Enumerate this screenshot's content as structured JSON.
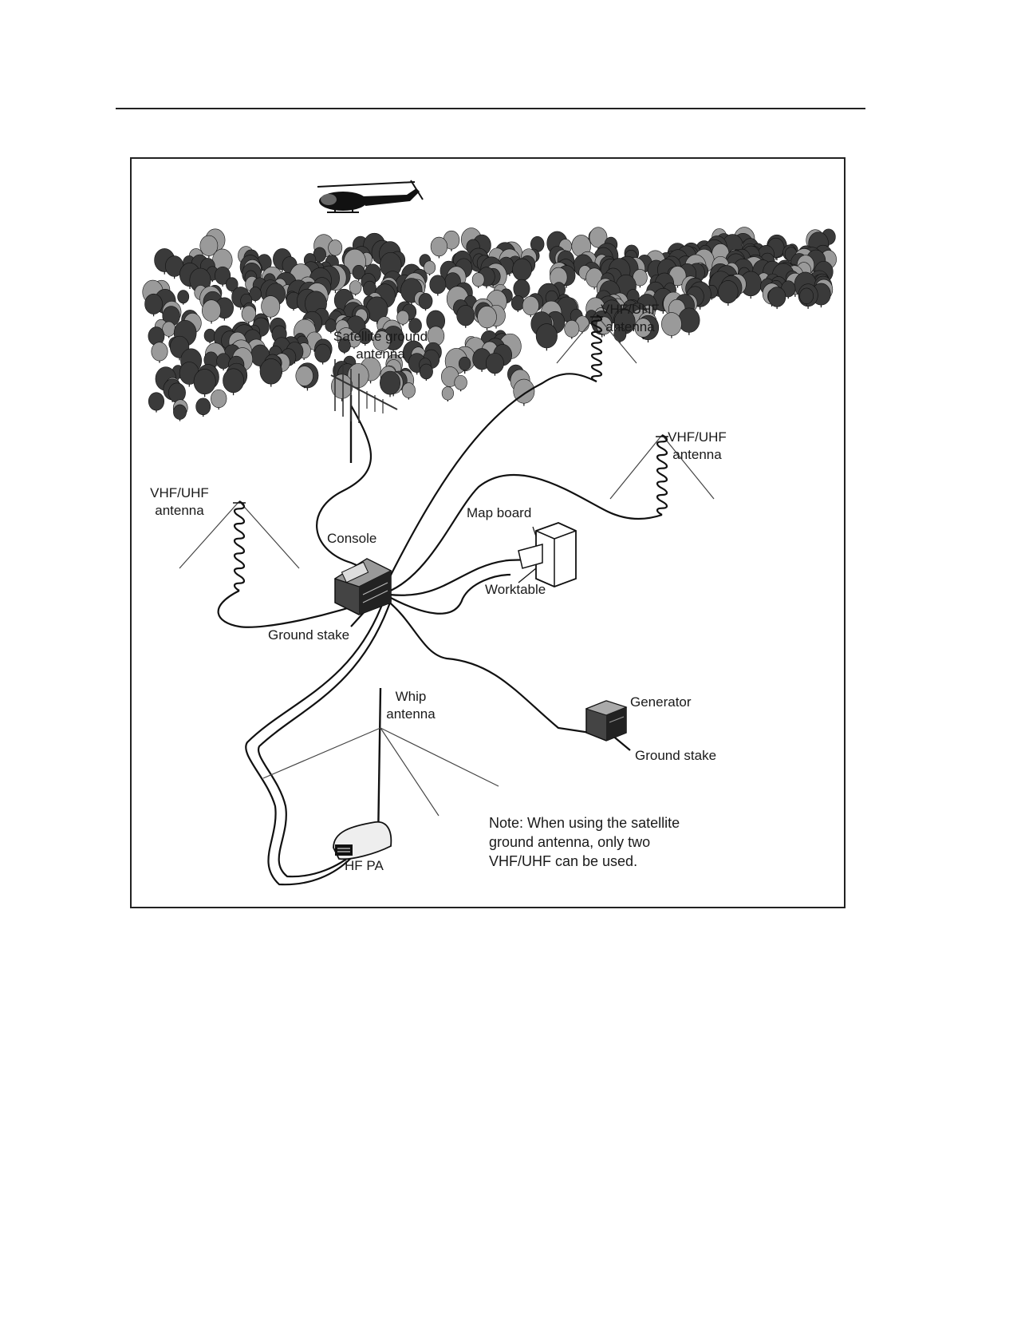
{
  "labels": {
    "satellite_ground_antenna": [
      "Satellite ground",
      "antenna"
    ],
    "vhf_uhf_top": [
      "VHF/UHF",
      "antenna"
    ],
    "vhf_uhf_right": [
      "VHF/UHF",
      "antenna"
    ],
    "vhf_uhf_left": [
      "VHF/UHF",
      "antenna"
    ],
    "console": "Console",
    "map_board": "Map board",
    "worktable": "Worktable",
    "ground_stake_console": "Ground stake",
    "whip_antenna": [
      "Whip",
      "antenna"
    ],
    "generator": "Generator",
    "ground_stake_generator": "Ground stake",
    "hf_pa": "HF PA"
  },
  "note": [
    "Note: When using the satellite",
    "ground antenna, only two",
    "VHF/UHF can be used."
  ],
  "colors": {
    "line": "#111111",
    "tree_dark": "#3a3a3a",
    "tree_light": "#9a9a9a"
  },
  "icons": [
    "helicopter-icon",
    "forest",
    "satellite-antenna-icon",
    "vhf-uhf-antenna-icon",
    "console-icon",
    "map-board-icon",
    "generator-icon",
    "whip-antenna-icon",
    "hf-pa-icon"
  ]
}
